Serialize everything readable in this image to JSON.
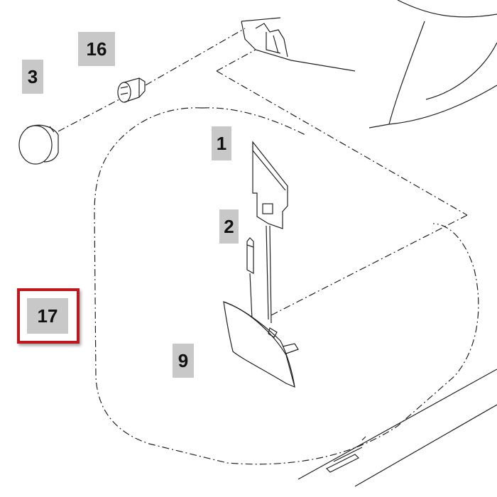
{
  "callouts": {
    "part_16": "16",
    "part_3": "3",
    "part_1": "1",
    "part_2": "2",
    "part_9": "9",
    "part_17": "17"
  },
  "colors": {
    "callout_background": "#c8c8c8",
    "highlight_border": "#c0171e",
    "line_art": "#222222"
  },
  "icons": {
    "highlight": "red-highlight-box"
  }
}
